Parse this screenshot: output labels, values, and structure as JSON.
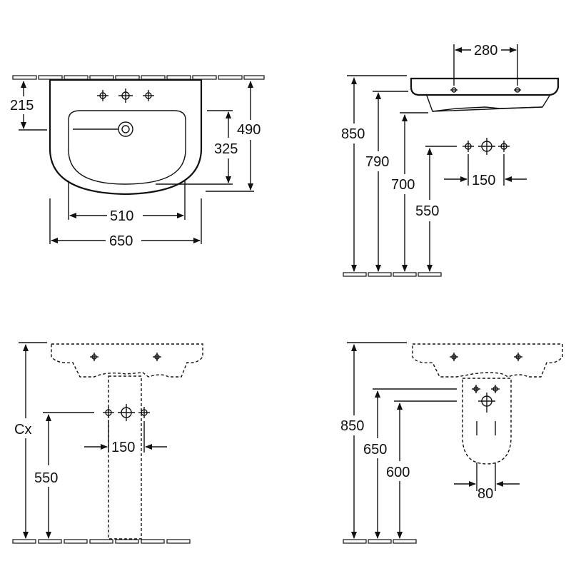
{
  "views": {
    "top_front": {
      "dimensions": {
        "left_depth": "215",
        "bowl_depth": "325",
        "total_depth": "490",
        "bowl_width": "510",
        "total_width": "650"
      }
    },
    "side": {
      "dimensions": {
        "height_total": "850",
        "height_rim": "790",
        "height_bottom": "700",
        "height_waste": "550",
        "tap_spacing": "150",
        "tap_holes": "280"
      }
    },
    "pedestal": {
      "dimensions": {
        "height_cx": "Cx",
        "height_waste": "550",
        "tap_spacing": "150"
      }
    },
    "semi_pedestal": {
      "dimensions": {
        "height_total": "850",
        "height_top": "650",
        "height_bottom": "600",
        "width": "80"
      }
    }
  }
}
